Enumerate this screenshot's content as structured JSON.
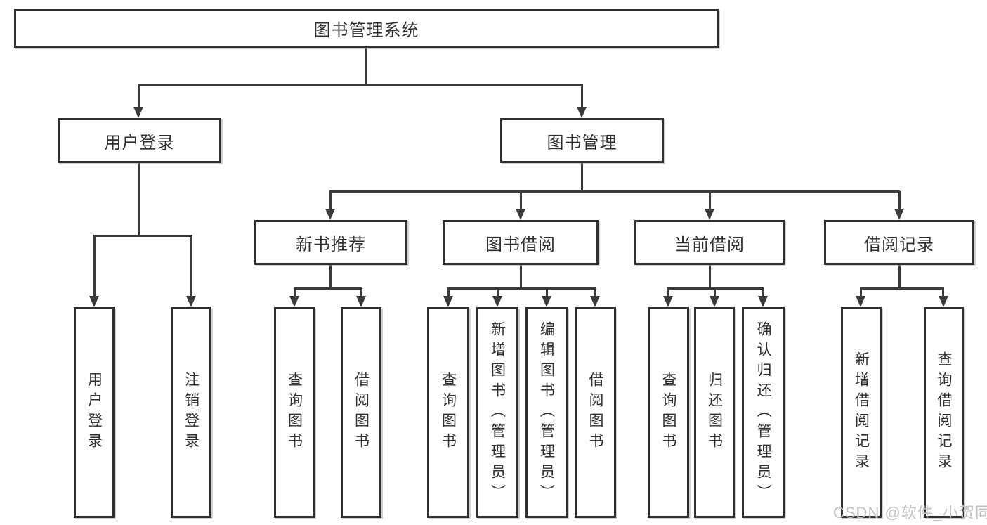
{
  "tree": {
    "root": {
      "label": "图书管理系统"
    },
    "children": [
      {
        "label": "用户登录",
        "children": [
          {
            "label": "用户登录"
          },
          {
            "label": "注销登录"
          }
        ]
      },
      {
        "label": "图书管理",
        "children": [
          {
            "label": "新书推荐",
            "children": [
              {
                "label": "查询图书"
              },
              {
                "label": "借阅图书"
              }
            ]
          },
          {
            "label": "图书借阅",
            "children": [
              {
                "label": "查询图书"
              },
              {
                "label": "新增图书（管理员）"
              },
              {
                "label": "编辑图书（管理员）"
              },
              {
                "label": "借阅图书"
              }
            ]
          },
          {
            "label": "当前借阅",
            "children": [
              {
                "label": "查询图书"
              },
              {
                "label": "归还图书"
              },
              {
                "label": "确认归还（管理员）"
              }
            ]
          },
          {
            "label": "借阅记录",
            "children": [
              {
                "label": "新增借阅记录"
              },
              {
                "label": "查询借阅记录"
              }
            ]
          }
        ]
      }
    ]
  },
  "watermark": "CSDN @软件_小贺同学",
  "colors": {
    "line": "#3a3a3a",
    "border": "#2f2f2f",
    "text": "#2f2f2f",
    "watermark": "#c3c2c2",
    "background": "#ffffff"
  }
}
